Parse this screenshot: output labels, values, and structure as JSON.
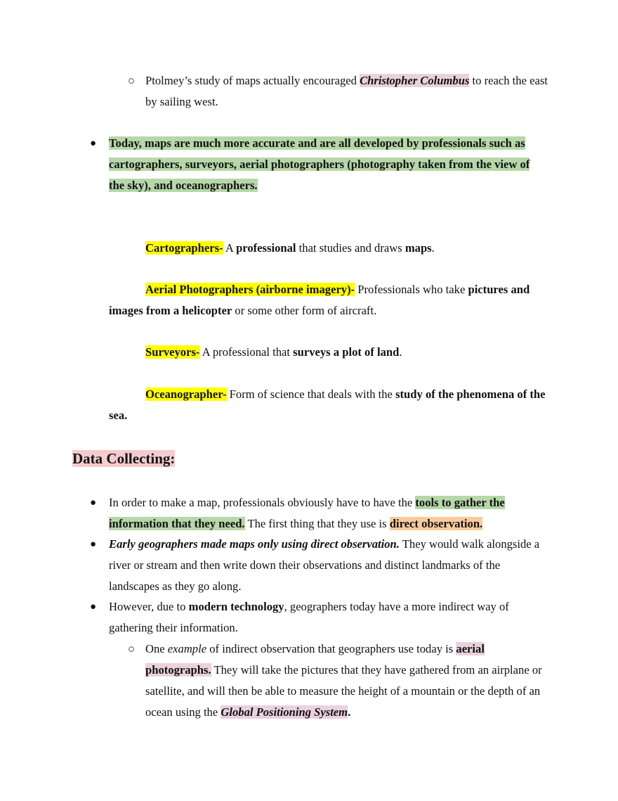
{
  "section1": {
    "ptolemy": {
      "bullet": "○",
      "t1": "Ptolmey’s study of maps actually encouraged ",
      "hl": "Christopher Columbus",
      "t2": " to reach the east by sailing west."
    },
    "today": {
      "bullet": "●",
      "text": "Today, maps are much more accurate and are all developed by professionals such as cartographers, surveyors, aerial photographers (photography taken from the view of the sky), and oceanographers."
    }
  },
  "definitions": {
    "cartographers": {
      "term": "Cartographers-",
      "t1": " A ",
      "b1": "professional",
      "t2": " that studies and draws ",
      "b2": "maps",
      "t3": "."
    },
    "aerial": {
      "term": "Aerial Photographers (airborne imagery)-",
      "t1": " Professionals who take ",
      "b1": "pictures and images from a helicopter",
      "t2": " or some other form of aircraft."
    },
    "surveyors": {
      "term": "Surveyors-",
      "t1": " A professional that ",
      "b1": "surveys a plot of land",
      "t2": "."
    },
    "oceanographer": {
      "term": "Oceanographer-",
      "t1": " Form of science that deals with the ",
      "b1": "study of the phenomena of the sea."
    }
  },
  "data_collecting": {
    "heading": "Data Collecting:",
    "item1": {
      "bullet": "●",
      "t1": "In order to make a map, professionals obviously have to have the ",
      "hl1": "tools to gather the information that they need.",
      "t2": " The first thing that they use is ",
      "hl2": "direct observation."
    },
    "item2": {
      "bullet": "●",
      "bi": "Early geographers made maps only using direct observation.",
      "t1": " They would walk alongside a river or stream and then write down their observations and distinct landmarks of the landscapes as they go along."
    },
    "item3": {
      "bullet": "●",
      "t1": "However, due to ",
      "b1": "modern technology",
      "t2": ", geographers today have a more indirect way of gathering their information."
    },
    "item4": {
      "bullet": "○",
      "t1": "One ",
      "i1": "example",
      "t2": " of indirect observation that geographers use today is ",
      "hl1": "aerial photographs.",
      "t3": " They will take the pictures that they have gathered from an airplane or satellite, and will then be able to measure the height of a mountain or the depth of an ocean using the ",
      "hl2": "Global Positioning System",
      "t4": "."
    }
  }
}
